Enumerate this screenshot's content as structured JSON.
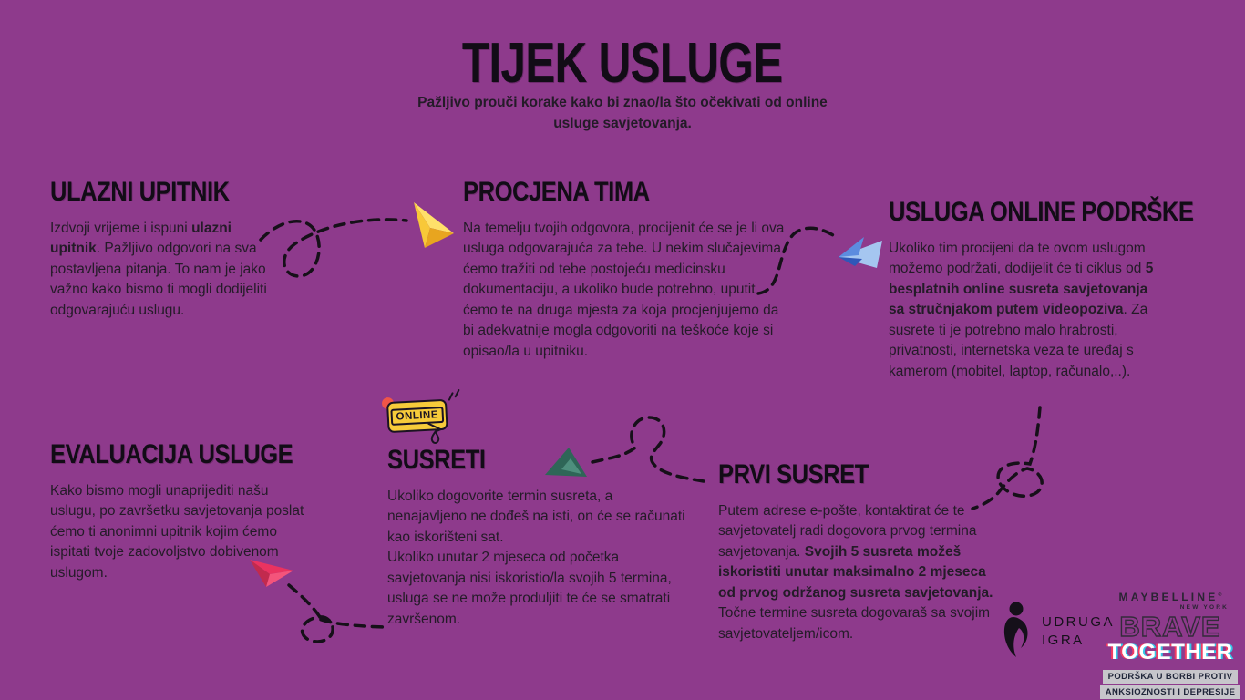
{
  "header": {
    "title": "TIJEK USLUGE",
    "subtitle": "Pažljivo prouči korake kako bi znao/la što očekivati od online usluge savjetovanja."
  },
  "sections": [
    {
      "id": "ulazni-upitnik",
      "title": "ULAZNI UPITNIK",
      "parts": [
        {
          "t": "Izdvoji vrijeme i ispuni ",
          "b": false
        },
        {
          "t": "ulazni upitnik",
          "b": true
        },
        {
          "t": ". Pažljivo odgovori na sva postavljena pitanja. To nam je jako važno kako bismo ti mogli dodijeliti odgovarajuću uslugu.",
          "b": false
        }
      ]
    },
    {
      "id": "procjena-tima",
      "title": "PROCJENA TIMA",
      "parts": [
        {
          "t": "Na temelju tvojih odgovora, procijenit će se je li ova usluga odgovarajuća za tebe. U nekim slučajevima ćemo tražiti od tebe postojeću medicinsku dokumentaciju, a ukoliko bude potrebno, uputit ćemo te na druga mjesta za koja procjenjujemo da bi adekvatnije mogla odgovoriti na teškoće koje si opisao/la u upitniku.",
          "b": false
        }
      ]
    },
    {
      "id": "usluga-online-podrske",
      "title": "USLUGA ONLINE PODRŠKE",
      "parts": [
        {
          "t": "Ukoliko tim procijeni da te ovom uslugom možemo podržati, dodijelit će ti ciklus od ",
          "b": false
        },
        {
          "t": "5 besplatnih online susreta savjetovanja sa stručnjakom putem videopoziva",
          "b": true
        },
        {
          "t": ".  Za susrete ti je potrebno malo hrabrosti, privatnosti, internetska veza te uređaj s kamerom (mobitel, laptop, računalo,..).",
          "b": false
        }
      ]
    },
    {
      "id": "evaluacija-usluge",
      "title": "EVALUACIJA USLUGE",
      "parts": [
        {
          "t": "Kako bismo mogli unaprijediti našu uslugu, po završetku savjetovanja poslat ćemo ti anonimni upitnik kojim ćemo ispitati tvoje zadovoljstvo dobivenom uslugom.",
          "b": false
        }
      ]
    },
    {
      "id": "susreti",
      "title": "SUSRETI",
      "parts": [
        {
          "t": "Ukoliko dogovorite termin susreta, a nenajavljeno ne dođeš na isti, on će se računati kao iskorišteni sat.\nUkoliko unutar 2 mjeseca od početka savjetovanja nisi iskoristio/la svojih 5 termina, usluga se ne može produljiti te će se smatrati završenom.",
          "b": false
        }
      ]
    },
    {
      "id": "prvi-susret",
      "title": "PRVI SUSRET",
      "parts": [
        {
          "t": "Putem adrese e-pošte, kontaktirat će te savjetovatelj radi dogovora prvog termina savjetovanja.  ",
          "b": false
        },
        {
          "t": "Svojih 5 susreta možeš iskoristiti unutar maksimalno 2 mjeseca od prvog održanog susreta savjetovanja.",
          "b": true
        },
        {
          "t": " Točne termine susreta dogovaraš sa svojim savjetovateljem/icom.",
          "b": false
        }
      ]
    }
  ],
  "online_badge": {
    "label": "ONLINE"
  },
  "logos": {
    "udruga_igra": {
      "line1": "UDRUGA",
      "line2": "IGRA"
    },
    "maybelline": {
      "brand": "MAYBELLINE",
      "trademark": "®",
      "sub": "NEW YORK"
    },
    "brave_together": {
      "line1": "BRAVE",
      "line2": "TOGETHER",
      "tag1": "PODRŠKA U BORBI PROTIV",
      "tag2": "ANKSIOZNOSTI I DEPRESIJE"
    }
  },
  "colors": {
    "background": "#8E3A8C",
    "heading_ink": "#120C16",
    "body_ink": "#241B28",
    "dash": "#161019",
    "plane_yellow_light": "#FFE06A",
    "plane_yellow_mid": "#F8C838",
    "plane_yellow_dark": "#E8A51F",
    "plane_blue_light": "#A5C6F0",
    "plane_blue_mid": "#5C8CDF",
    "plane_blue_dark": "#2F57B8",
    "plane_green_light": "#4E8F7D",
    "plane_green_dark": "#2E6657",
    "plane_pink_light": "#F4547B",
    "plane_pink_mid": "#EA3360",
    "plane_pink_dark": "#C22A4E",
    "online_yellow": "#F7CB3A",
    "online_dot": "#F05548",
    "online_border": "#1B1322",
    "glitch_red": "#F23B62",
    "glitch_cyan": "#35C8E8",
    "tag_bar_bg": "#C7C6CB",
    "tag_ink": "#20263A",
    "brave_outline": "#332B3A",
    "together_white": "#FFFFFF"
  }
}
